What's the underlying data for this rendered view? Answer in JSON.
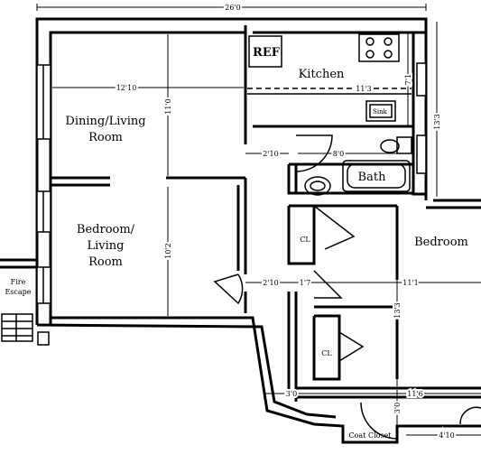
{
  "labels": {
    "ref": "REF",
    "kitchen": "Kitchen",
    "sink": "Sink",
    "dining_line1": "Dining/Living",
    "dining_line2": "Room",
    "bath": "Bath",
    "bedroom_living_line1": "Bedroom/",
    "bedroom_living_line2": "Living",
    "bedroom_living_line3": "Room",
    "bedroom": "Bedroom",
    "closet_1": "CL",
    "closet_2": "CL",
    "fire_escape_line1": "Fire",
    "fire_escape_line2": "Escape",
    "coat_closet": "Coat Closet"
  },
  "dimensions": {
    "overall_width": "26'0",
    "dining_width": "12'10",
    "dining_depth": "11'0",
    "kitchen_width": "11'3",
    "kitchen_depth": "7'1",
    "right_depth_top": "13'3",
    "hall_top": "2'10",
    "bath_width": "8'0",
    "bedroom_living_depth": "10'2",
    "hall_mid": "2'10",
    "closet_gap": "1'7",
    "bedroom_width": "11'1",
    "bedroom_depth": "13'3",
    "hall_bottom": "3'0",
    "lower_room_width": "11'6",
    "lower_hall_depth": "3'0",
    "lower_right_width": "4'10"
  }
}
